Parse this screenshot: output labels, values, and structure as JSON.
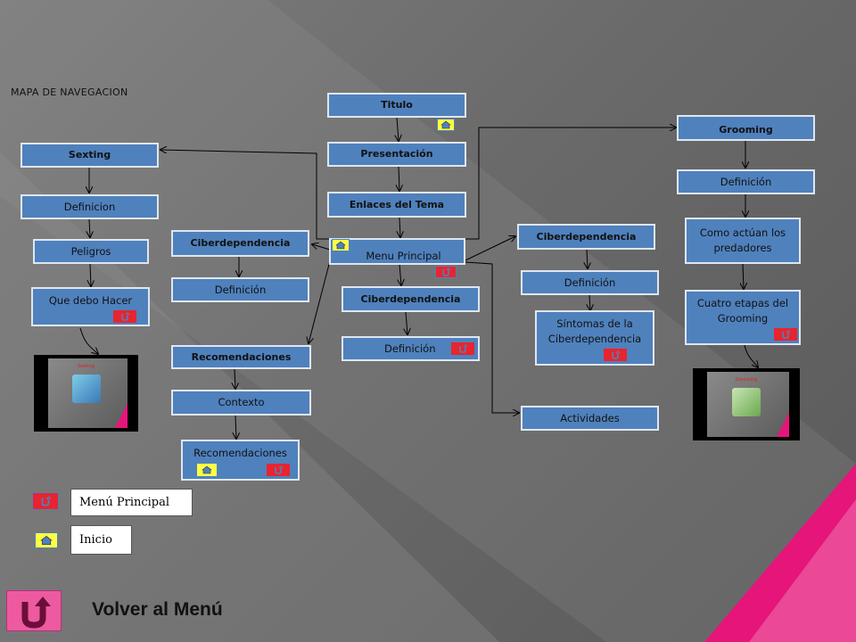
{
  "title": "MAPA DE NAVEGACION",
  "center": {
    "titulo": "Titulo",
    "presentacion": "Presentación",
    "enlaces": "Enlaces del Tema",
    "menu": "Menu Principal",
    "ciber": "Ciberdependencia",
    "definicion": "Definición"
  },
  "sexting": {
    "title": "Sexting",
    "definicion": "Definicion",
    "peligros": "Peligros",
    "que_hacer": "Que debo Hacer",
    "thumb_title": "Sexting"
  },
  "left_ciber": {
    "title": "Ciberdependencia",
    "definicion": "Definición"
  },
  "recomendaciones": {
    "title": "Recomendaciones",
    "contexto": "Contexto",
    "final": "Recomendaciones"
  },
  "right_ciber": {
    "title": "Ciberdependencia",
    "definicion": "Definición",
    "sintomas": "Síntomas de la Ciberdependencia",
    "actividades": "Actividades"
  },
  "grooming": {
    "title": "Grooming",
    "definicion": "Definición",
    "como": "Como actúan los predadores",
    "etapas": "Cuatro etapas del Grooming",
    "thumb_title": "Grooming"
  },
  "legend": {
    "menu_label": "Menú Principal",
    "inicio_label": "Inicio"
  },
  "back": {
    "label": "Volver al Menú"
  },
  "colors": {
    "box": "#4f81bd",
    "home_icon_bg": "#ffff44",
    "menu_icon_bg": "#e8242e",
    "accent_pink": "#e6157a"
  },
  "icons": {
    "home": "home-icon",
    "menu": "return-menu-icon",
    "back": "u-turn-arrow-icon"
  }
}
